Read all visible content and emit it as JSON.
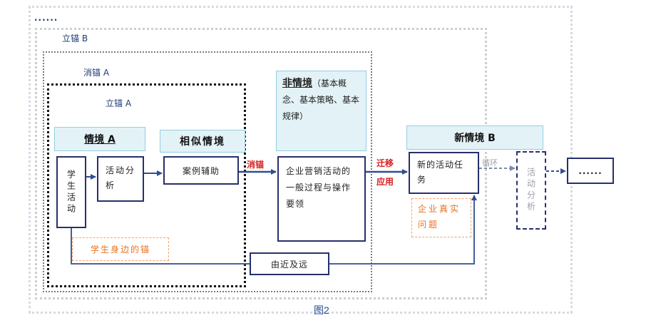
{
  "labels": {
    "dots_top": "......",
    "li_mao_b": "立锚 B",
    "xiao_mao_a": "消锚 A",
    "li_mao_a": "立锚 A"
  },
  "headers": {
    "qingjing_a": "情境 A",
    "xiangsi_qingjing": "相似情境",
    "fei_qingjing_title": "非情境",
    "fei_qingjing_rest": "（基本概念、基本策略、基本规律）",
    "xin_qingjing_b": "新情境 B"
  },
  "boxes": {
    "xuesheng_huodong": "学生活动",
    "huodong_fenxi_1": "活动分析",
    "anli_fuzhu": "案例辅助",
    "qiye_yingxiao": "企业营销活动的一般过程与操作要领",
    "xin_huodong_renwu": "新的活动任务",
    "huodong_fenxi_2": "活动分析",
    "ellipsis_end": "......",
    "you_jin_ji_yuan": "由近及远"
  },
  "notes": {
    "xuesheng_shenbian": "学生身边的锚",
    "qiye_zhenshi": "企业真实问题"
  },
  "arrow_labels": {
    "xiao_mao": "消锚",
    "qianyi": "迁移",
    "yingyong": "应用",
    "xunhuan": "循环"
  },
  "caption": "图2",
  "colors": {
    "box_border": "#27306b",
    "header_bg": "#e3f2f7",
    "accent_red": "#d81e1e",
    "orange": "#e8711f",
    "arrow": "#2f4f8f"
  }
}
